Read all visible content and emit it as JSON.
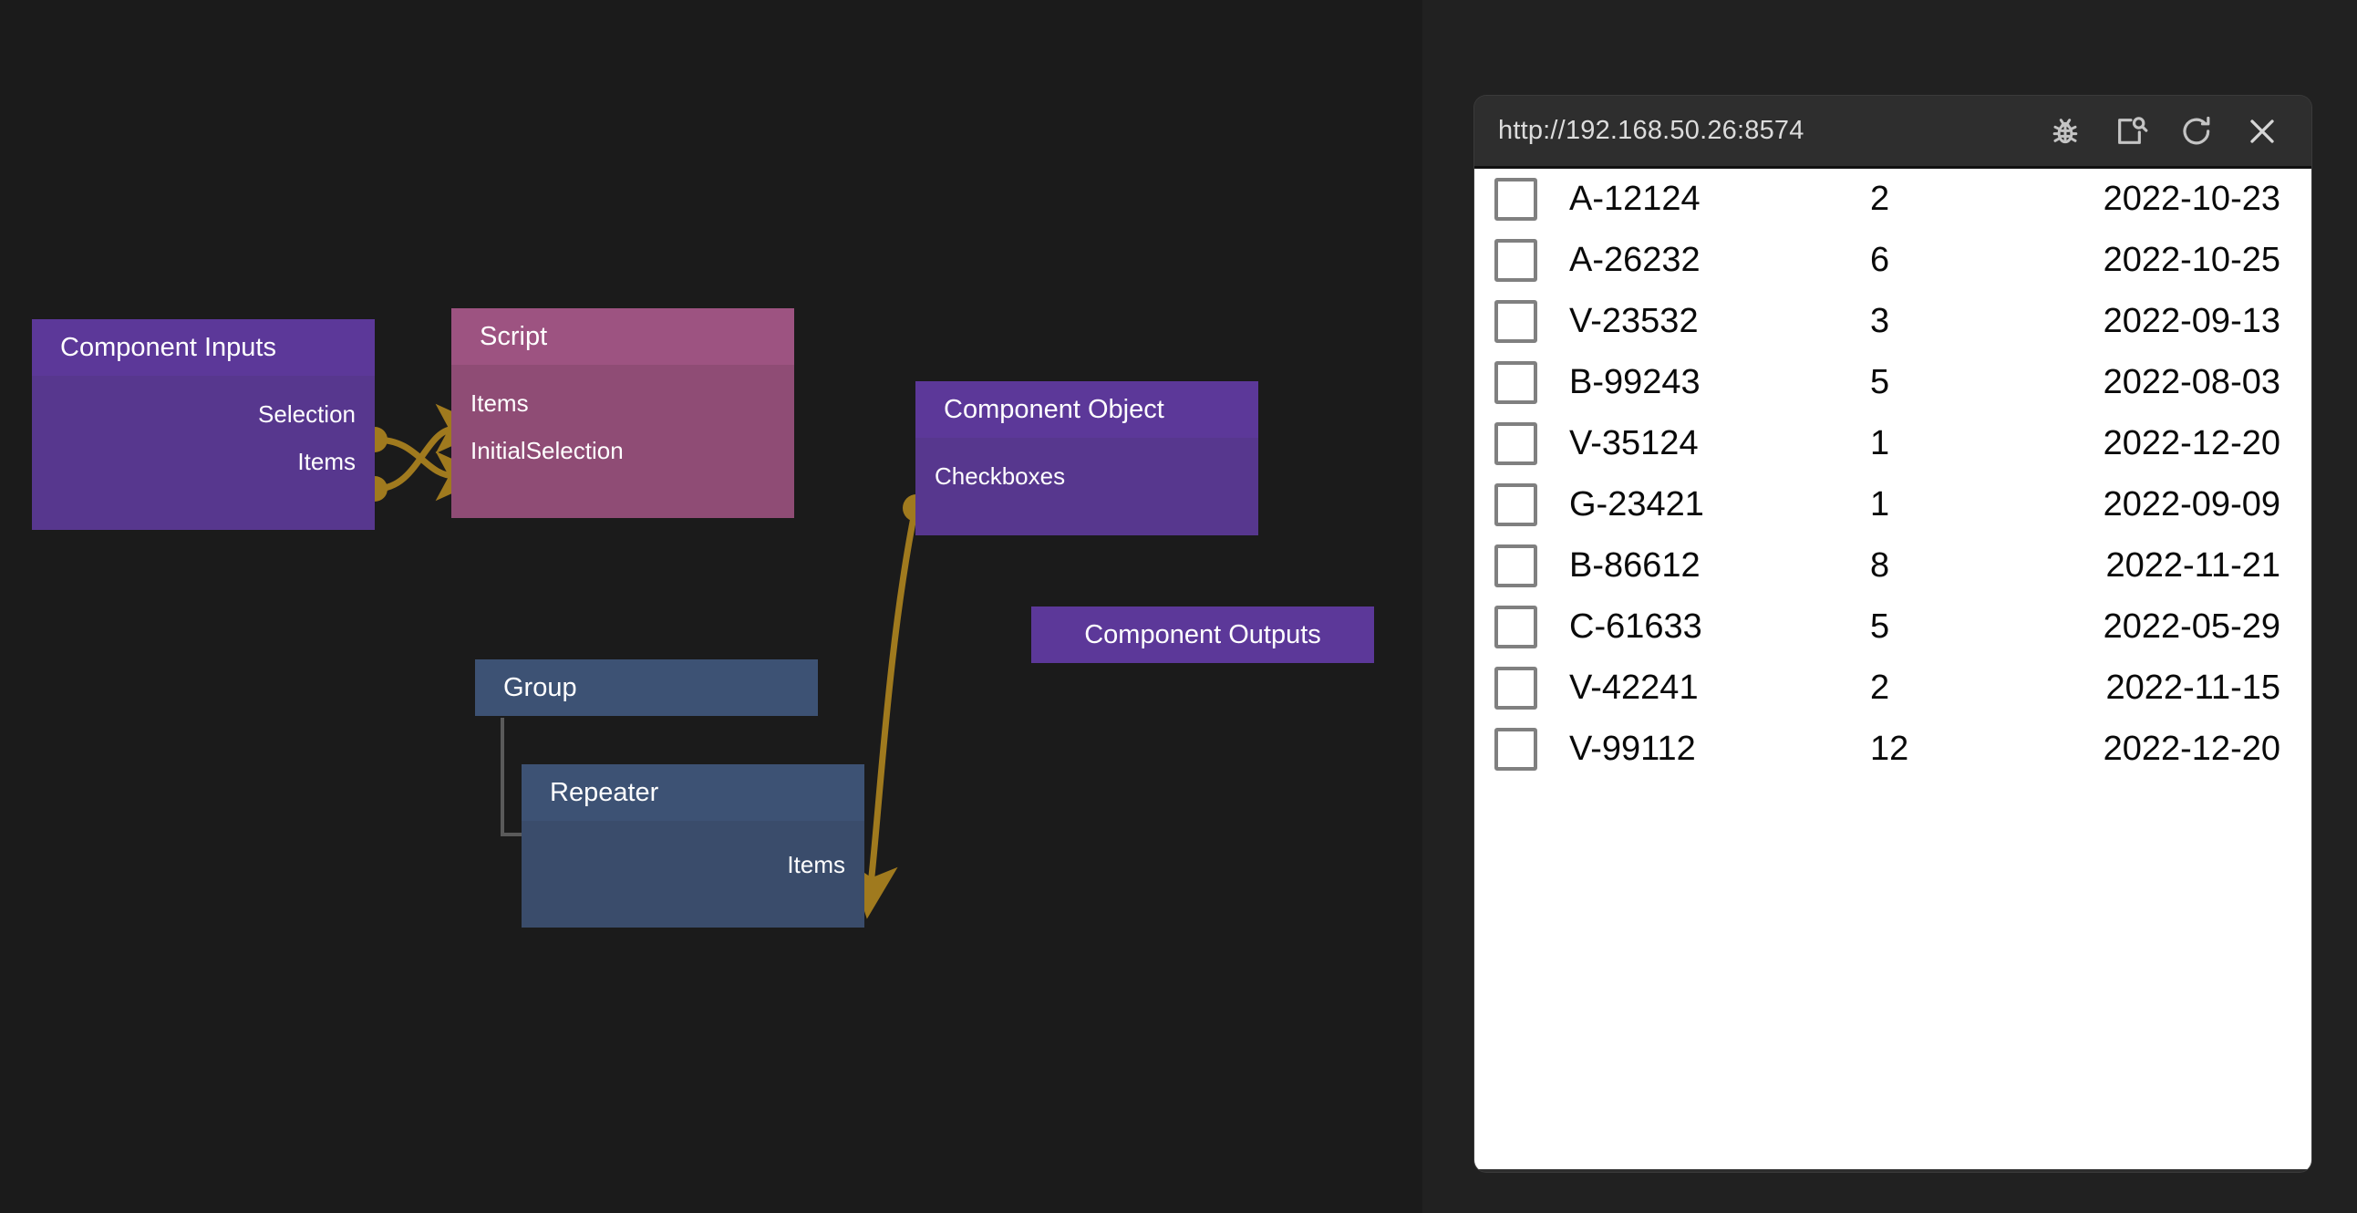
{
  "app": {
    "background_color": "#1b1b1b",
    "panel_band_color": "#212121"
  },
  "graph": {
    "wire_color": "#a07a1e",
    "nodes": [
      {
        "id": "component-inputs",
        "title": "Component Inputs",
        "kind": "component-inputs",
        "header_color": "#5c3899",
        "body_color": "#57378e",
        "ports_out": [
          "Selection",
          "Items"
        ]
      },
      {
        "id": "script",
        "title": "Script",
        "kind": "script",
        "header_color": "#9d5381",
        "body_color": "#8f4c75",
        "ports_in": [
          "Items",
          "InitialSelection"
        ]
      },
      {
        "id": "component-object",
        "title": "Component Object",
        "kind": "component-object",
        "header_color": "#5c3899",
        "body_color": "#57378e",
        "ports_out": [
          "Checkboxes"
        ]
      },
      {
        "id": "component-outputs",
        "title": "Component Outputs",
        "kind": "component-outputs",
        "header_color": "#5c3899"
      },
      {
        "id": "group",
        "title": "Group",
        "kind": "container",
        "header_color": "#3d5274"
      },
      {
        "id": "repeater",
        "title": "Repeater",
        "kind": "repeater",
        "header_color": "#3d5274",
        "body_color": "#3a4c6b",
        "ports_in": [
          "Items"
        ]
      }
    ],
    "connections": [
      {
        "from": "component-inputs.Selection",
        "to": "script.InitialSelection"
      },
      {
        "from": "component-inputs.Items",
        "to": "script.Items"
      },
      {
        "from": "component-object.Checkboxes",
        "to": "repeater.Items"
      }
    ]
  },
  "browser": {
    "url": "http://192.168.50.26:8574",
    "toolbar_buttons": [
      {
        "name": "bug-icon",
        "label": "Debug"
      },
      {
        "name": "page-search-icon",
        "label": "Inspect"
      },
      {
        "name": "reload-icon",
        "label": "Reload"
      },
      {
        "name": "close-icon",
        "label": "Close"
      }
    ],
    "table": {
      "columns": [
        "select",
        "code",
        "quantity",
        "date"
      ],
      "rows": [
        {
          "checked": false,
          "code": "A-12124",
          "qty": "2",
          "date": "2022-10-23"
        },
        {
          "checked": false,
          "code": "A-26232",
          "qty": "6",
          "date": "2022-10-25"
        },
        {
          "checked": false,
          "code": "V-23532",
          "qty": "3",
          "date": "2022-09-13"
        },
        {
          "checked": false,
          "code": "B-99243",
          "qty": "5",
          "date": "2022-08-03"
        },
        {
          "checked": false,
          "code": "V-35124",
          "qty": "1",
          "date": "2022-12-20"
        },
        {
          "checked": false,
          "code": "G-23421",
          "qty": "1",
          "date": "2022-09-09"
        },
        {
          "checked": false,
          "code": "B-86612",
          "qty": "8",
          "date": "2022-11-21"
        },
        {
          "checked": false,
          "code": "C-61633",
          "qty": "5",
          "date": "2022-05-29"
        },
        {
          "checked": false,
          "code": "V-42241",
          "qty": "2",
          "date": "2022-11-15"
        },
        {
          "checked": false,
          "code": "V-99112",
          "qty": "12",
          "date": "2022-12-20"
        }
      ]
    }
  }
}
